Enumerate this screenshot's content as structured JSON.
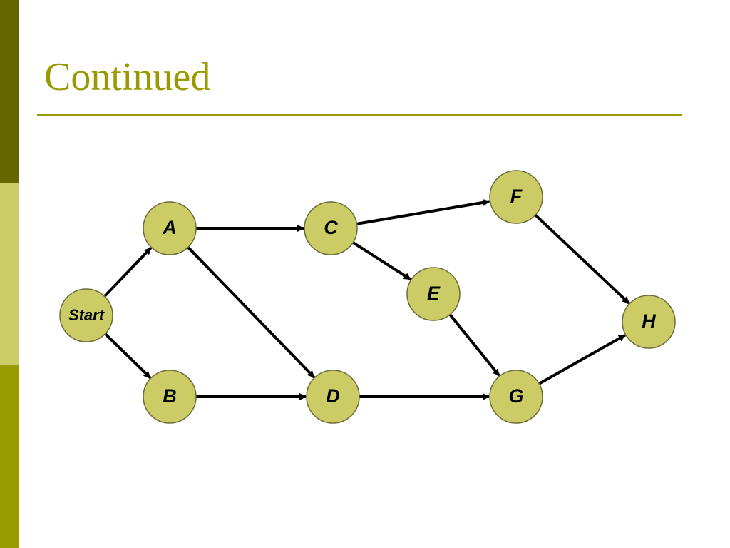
{
  "slide": {
    "title": "Continued"
  },
  "colors": {
    "sidebar_top": "#666600",
    "sidebar_middle": "#cccc66",
    "sidebar_bottom": "#999900",
    "title_text": "#999900",
    "title_rule": "#999900",
    "node_fill": "#cccc66",
    "node_stroke": "#6b6b3a",
    "arrow": "#000000"
  },
  "diagram": {
    "nodes": [
      {
        "id": "start",
        "label": "Start"
      },
      {
        "id": "a",
        "label": "A"
      },
      {
        "id": "b",
        "label": "B"
      },
      {
        "id": "c",
        "label": "C"
      },
      {
        "id": "d",
        "label": "D"
      },
      {
        "id": "e",
        "label": "E"
      },
      {
        "id": "f",
        "label": "F"
      },
      {
        "id": "g",
        "label": "G"
      },
      {
        "id": "h",
        "label": "H"
      }
    ],
    "edges": [
      {
        "from": "start",
        "to": "a"
      },
      {
        "from": "start",
        "to": "b"
      },
      {
        "from": "a",
        "to": "c"
      },
      {
        "from": "a",
        "to": "d"
      },
      {
        "from": "b",
        "to": "d"
      },
      {
        "from": "c",
        "to": "f"
      },
      {
        "from": "c",
        "to": "e"
      },
      {
        "from": "d",
        "to": "g"
      },
      {
        "from": "e",
        "to": "g"
      },
      {
        "from": "f",
        "to": "h"
      },
      {
        "from": "g",
        "to": "h"
      }
    ]
  }
}
